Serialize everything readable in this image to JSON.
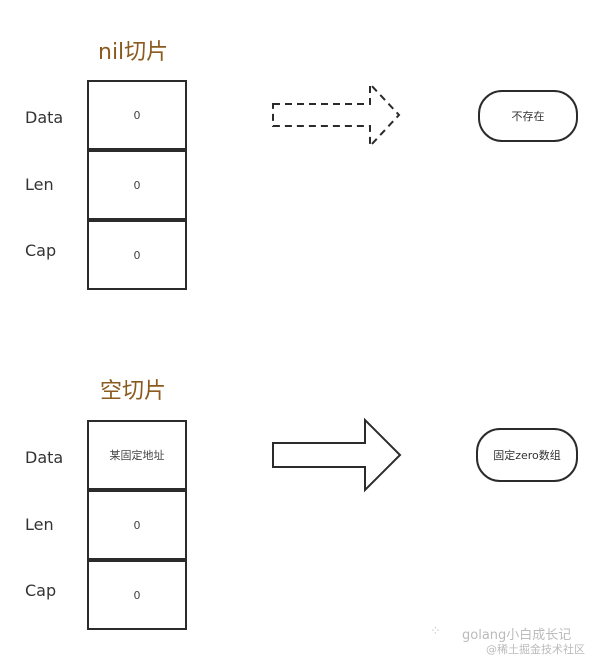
{
  "nil_slice": {
    "title": "nil切片",
    "fields": [
      {
        "label": "Data",
        "value": "0"
      },
      {
        "label": "Len",
        "value": "0"
      },
      {
        "label": "Cap",
        "value": "0"
      }
    ],
    "arrow_style": "dashed",
    "target": "不存在"
  },
  "empty_slice": {
    "title": "空切片",
    "fields": [
      {
        "label": "Data",
        "value": "某固定地址"
      },
      {
        "label": "Len",
        "value": "0"
      },
      {
        "label": "Cap",
        "value": "0"
      }
    ],
    "arrow_style": "solid",
    "target": "固定zero数组"
  },
  "watermark": {
    "icon": "wechat-icon",
    "line1": "golang小白成长记",
    "line2": "@稀土掘金技术社区"
  },
  "colors": {
    "title": "#8b5a1e",
    "stroke": "#2b2b2b"
  }
}
